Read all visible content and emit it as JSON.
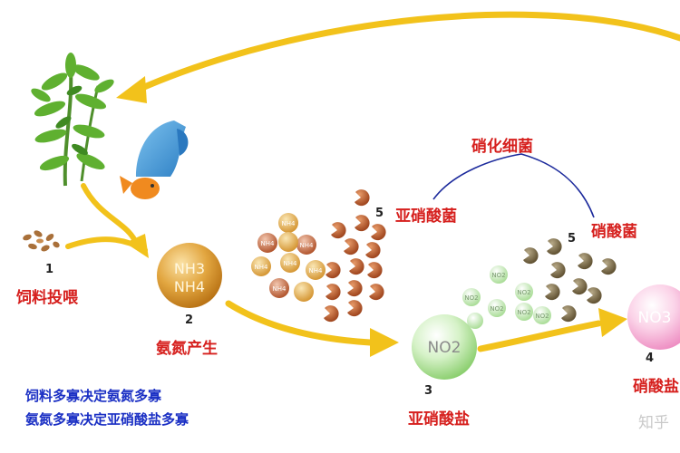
{
  "diagram": {
    "stages": [
      {
        "number": "1",
        "label": "饲料投喂"
      },
      {
        "number": "2",
        "label": "氨氮产生",
        "molecule_line1": "NH3",
        "molecule_line2": "NH4"
      },
      {
        "number": "3",
        "label": "亚硝酸盐",
        "molecule": "NO2"
      },
      {
        "number": "4",
        "label": "硝酸盐",
        "molecule": "NO3"
      }
    ],
    "bacteria": {
      "group_title": "硝化细菌",
      "nitrite_bacteria": {
        "number": "5",
        "label": "亚硝酸菌"
      },
      "nitrate_bacteria": {
        "number": "5",
        "label": "硝酸菌"
      }
    },
    "particle_text": {
      "ammonia": "NH4",
      "nitrite": "NO2"
    },
    "notes": [
      "饲料多寡决定氨氮多寡",
      "氨氮多寡决定亚硝酸盐多寡"
    ],
    "watermark": "知乎",
    "colors": {
      "arrow": "#f2c21b",
      "label_red": "#d6201e",
      "note_blue": "#1a2fc4",
      "bracket_navy": "#1c2a9c",
      "ammonia_gold": "#d89a2a",
      "nitrite_green": "#9ed98a",
      "nitrate_pink": "#f3a9d0",
      "bacteria_brown": "#b8592b",
      "bacteria_olive": "#7a6a45"
    }
  }
}
